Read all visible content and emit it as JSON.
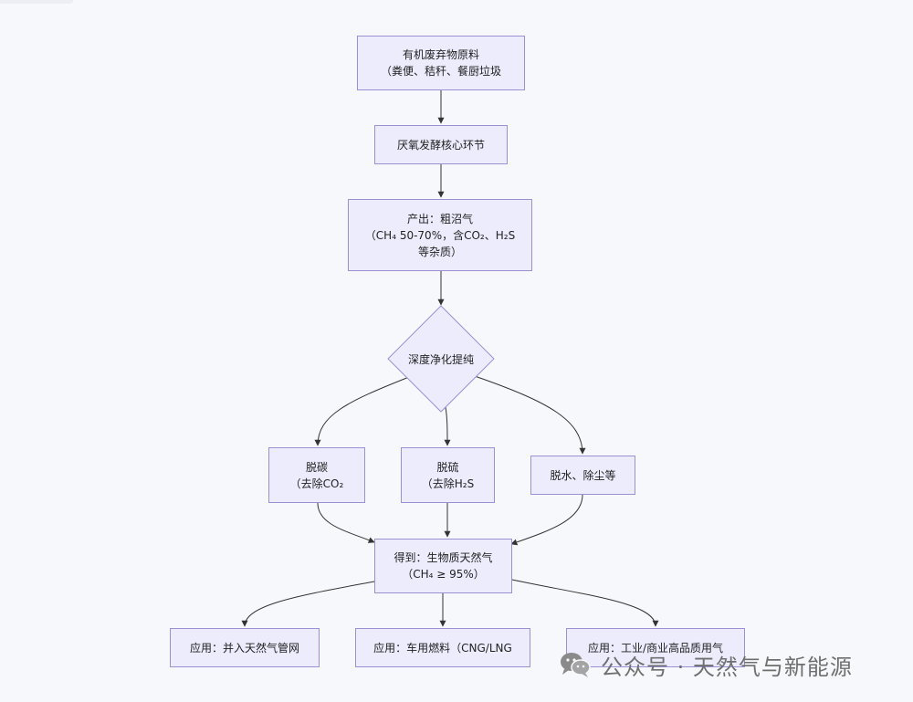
{
  "nodes": {
    "raw_material": {
      "line1": "有机废弃物原料",
      "line2": "（粪便、秸秆、餐厨垃圾"
    },
    "anaerobic": {
      "line1": "厌氧发酵核心环节"
    },
    "crude_biogas": {
      "line1": "产出：粗沼气",
      "line2": "（CH₄ 50-70%，含CO₂、H₂S",
      "line3": "等杂质）"
    },
    "purification": {
      "line1": "深度净化提纯"
    },
    "decarbonize": {
      "line1": "脱碳",
      "line2": "（去除CO₂"
    },
    "desulfurize": {
      "line1": "脱硫",
      "line2": "（去除H₂S"
    },
    "dehydrate": {
      "line1": "脱水、除尘等"
    },
    "biomethane": {
      "line1": "得到：生物质天然气",
      "line2": "（CH₄ ≥ 95%）"
    },
    "app_grid": {
      "line1": "应用：并入天然气管网"
    },
    "app_vehicle": {
      "line1": "应用：车用燃料（CNG/LNG"
    },
    "app_industry": {
      "line1": "应用：工业/商业高品质用气"
    }
  },
  "watermark": {
    "text": "公众号 · 天然气与新能源",
    "icon": "wechat-icon"
  },
  "colors": {
    "node_fill": "#ececfd",
    "node_stroke": "#9d8fd4",
    "edge": "#333333",
    "background": "#f7f8fb"
  }
}
